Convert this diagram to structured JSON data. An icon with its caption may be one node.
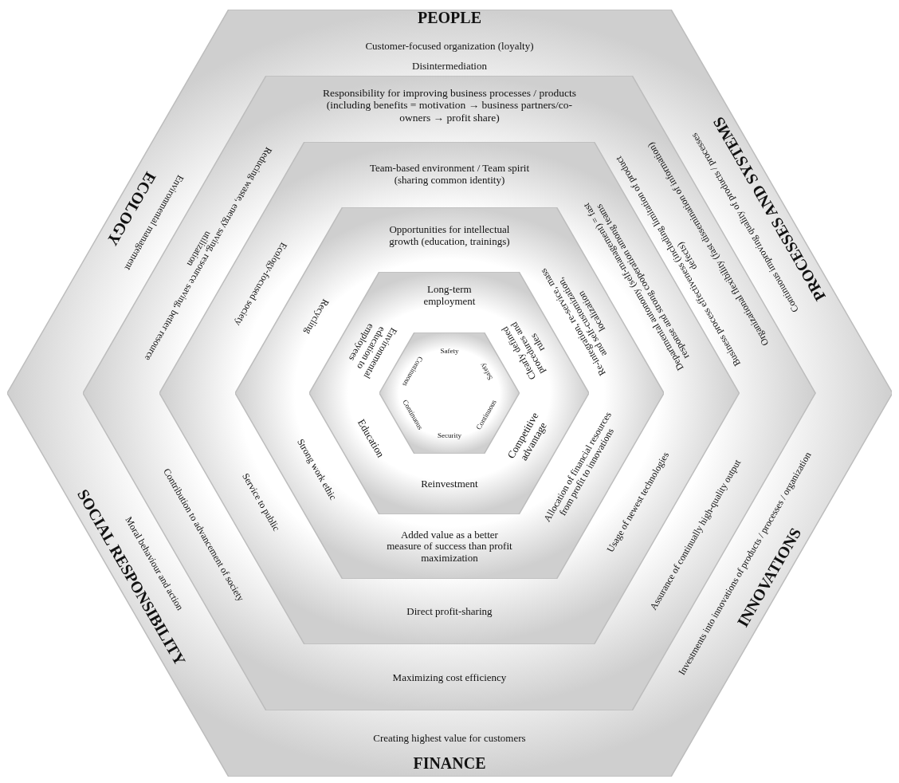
{
  "diagram": {
    "nodes": [
      {
        "text": [
          "PEOPLE",
          "Customer-focused organization (loyalty)",
          "Disintermediation",
          "PROCESSES AND SYSTEMS",
          "Continuous improving quality of products / processes",
          "INNOVATIONS",
          "Investments into innovations of products / processes / organization",
          "Creating highest value for customers",
          "FINANCE",
          "SOCIAL RESPONSIBILITY",
          "Moral behaviour and action",
          "ECOLOGY",
          "Environmental management"
        ]
      },
      {
        "text": [
          "Responsibility for improving business processes / products (including benefits = motivation → business partners/co-owners → profit share)",
          "Organizational flexibility (fast dissemination of information)",
          "Business process effectiveness (including limitation of product defects)",
          "Assurance of continually high-quality output",
          "Maximizing cost efficiency",
          "Contribution to advancement of society",
          "Reducing waste, energy saving, resource saving, better resource utilization"
        ],
        "in": 0
      },
      {
        "text": [
          "Team-based environment / Team spirit (sharing common identity)",
          "Departmental autonomy (self-management) = fast response and strong cooperation among teams",
          "Usage of newest technologies",
          "Direct profit-sharing",
          "Service to public",
          "Ecology-focused society"
        ],
        "in": 1
      },
      {
        "text": [
          "Opportunities for intellectual growth (education, trainings)",
          "Re-integration, re-service, mass and self-customization, localization",
          "Allocation of financial resources from profit to innovations",
          "Added value as a better measure of success than profit maximization",
          "Strong work ethic",
          "Recycling"
        ],
        "in": 2
      },
      {
        "text": [
          "Long-term employment",
          "Clearly defined procedures and rules",
          "Competitive advantage",
          "Reinvestment",
          "Education",
          "Environmental education to employees"
        ],
        "in": 3
      },
      {
        "text": [
          "Safety",
          "Safety",
          "Continuous",
          "Security",
          "Continuous",
          "Continuous"
        ],
        "in": 4
      }
    ]
  }
}
